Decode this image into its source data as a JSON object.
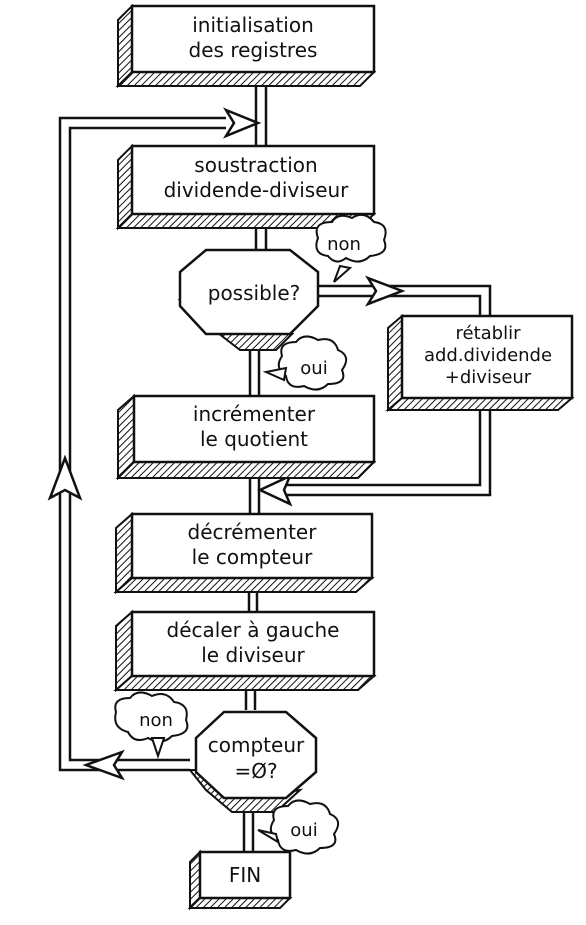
{
  "flowchart": {
    "init": [
      "initialisation",
      "des registres"
    ],
    "subtract": [
      "soustraction",
      "dividende-diviseur"
    ],
    "possible": "possible?",
    "possible_no": "non",
    "possible_yes": "oui",
    "restore": [
      "rétablir",
      "add.dividende",
      "+diviseur"
    ],
    "increment": [
      "incrémenter",
      "le quotient"
    ],
    "decrement": [
      "décrémenter",
      "le compteur"
    ],
    "shift": [
      "décaler à gauche",
      "le diviseur"
    ],
    "counter_check": [
      "compteur",
      "=Ø?"
    ],
    "counter_no": "non",
    "counter_yes": "oui",
    "end": "FIN"
  }
}
